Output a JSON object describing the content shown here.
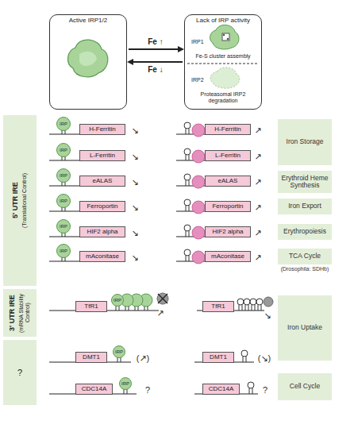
{
  "diagram": {
    "nodes": [
      {
        "text": [
          "Active IRP1/2"
        ]
      },
      {
        "text": [
          "Lack of IRP activity",
          "IRP1",
          "Fe-S cluster assembly",
          "IRP2",
          "Proteasomal IRP2 degradation"
        ]
      },
      {
        "text": [
          "5' UTR IRE",
          "(Translational Control)"
        ]
      },
      {
        "text": [
          "IRP"
        ]
      },
      {
        "text": [
          "H-Ferritin"
        ]
      },
      {
        "text": [
          "H-Ferritin"
        ]
      },
      {
        "text": [
          "Iron Storage"
        ]
      },
      {
        "text": [
          "IRP"
        ]
      },
      {
        "text": [
          "L-Ferritin"
        ]
      },
      {
        "text": [
          "L-Ferritin"
        ]
      },
      {
        "text": [
          "IRP"
        ]
      },
      {
        "text": [
          "eALAS"
        ]
      },
      {
        "text": [
          "eALAS"
        ]
      },
      {
        "text": [
          "Erythroid Heme Synthesis"
        ]
      },
      {
        "text": [
          "IRP"
        ]
      },
      {
        "text": [
          "Ferroportin"
        ]
      },
      {
        "text": [
          "Ferroportin"
        ]
      },
      {
        "text": [
          "Iron Export"
        ]
      },
      {
        "text": [
          "IRP"
        ]
      },
      {
        "text": [
          "HIF2 alpha"
        ]
      },
      {
        "text": [
          "HIF2 alpha"
        ]
      },
      {
        "text": [
          "Erythropoiesis"
        ]
      },
      {
        "text": [
          "IRP"
        ]
      },
      {
        "text": [
          "mAconitase"
        ]
      },
      {
        "text": [
          "mAconitase"
        ]
      },
      {
        "text": [
          "TCA Cycle",
          "(Drosophila: SDHb)"
        ]
      },
      {
        "text": [
          "3' UTR IRE",
          "(mRNA Stability Control)"
        ]
      },
      {
        "text": [
          "TfR1"
        ]
      },
      {
        "text": [
          "IRP"
        ]
      },
      {
        "text": [
          "TfR1"
        ]
      },
      {
        "text": [
          "Iron Uptake"
        ]
      },
      {
        "text": [
          "?"
        ]
      },
      {
        "text": [
          "DMT1"
        ]
      },
      {
        "text": [
          "IRP"
        ]
      },
      {
        "text": [
          "DMT1"
        ]
      },
      {
        "text": [
          "CDC14A"
        ]
      },
      {
        "text": [
          "IRP"
        ]
      },
      {
        "text": [
          "CDC14A"
        ]
      },
      {
        "text": [
          "Cell Cycle"
        ]
      }
    ],
    "edges": [
      {
        "from": 0,
        "to": 1,
        "label": "Fe ↑",
        "arrow": "to"
      },
      {
        "from": 1,
        "to": 0,
        "label": "Fe ↓",
        "arrow": "to"
      }
    ],
    "labels": [
      "↘",
      "↗",
      "↘",
      "↗",
      "↘",
      "↗",
      "↘",
      "↗",
      "↘",
      "↗",
      "↘",
      "↗",
      "↗",
      "↘",
      "(↗)",
      "(↘)",
      "?",
      "?"
    ]
  }
}
